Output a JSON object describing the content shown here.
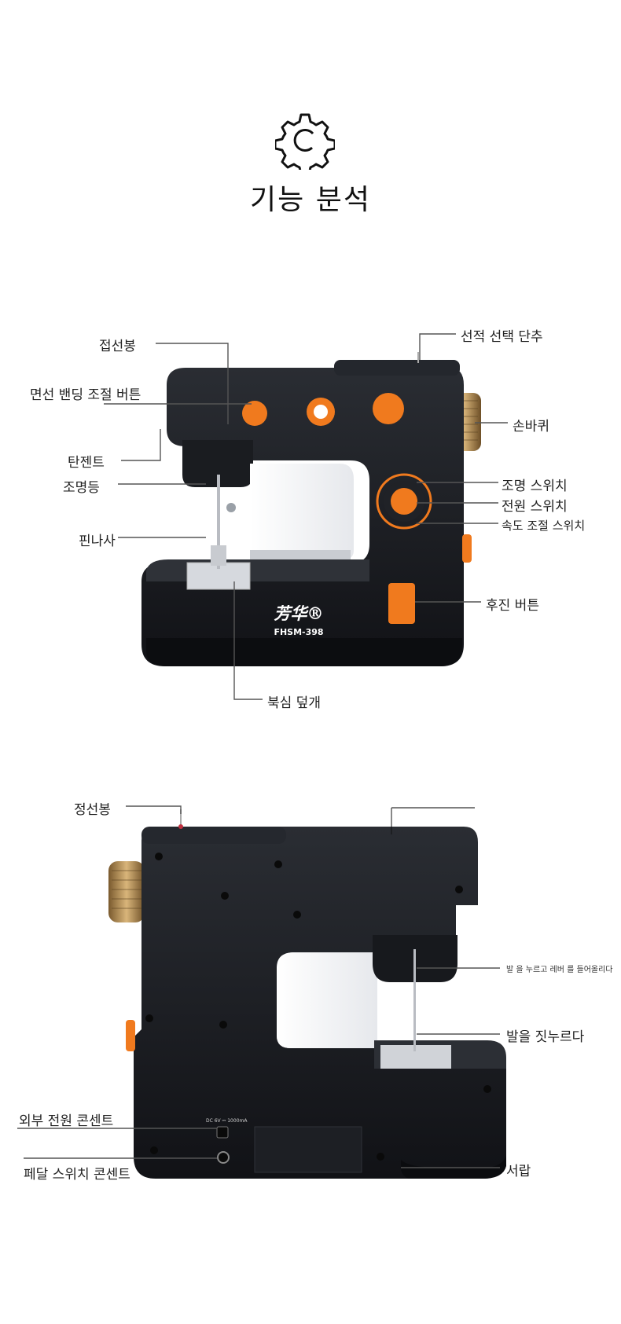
{
  "header": {
    "title": "기능 분석",
    "icon": "gear-icon"
  },
  "machine_front": {
    "brand": "芳华®",
    "model": "FHSM-398",
    "labels": {
      "thread_spool": "접선봉",
      "thread_tension": "면선 밴딩 조절 버튼",
      "tension": "탄젠트",
      "light": "조명등",
      "pin": "핀나사",
      "stitch_select": "선적 선택 단추",
      "handwheel": "손바퀴",
      "light_switch": "조명 스위치",
      "power_switch": "전원 스위치",
      "speed_switch": "속도 조절 스위치",
      "reverse": "후진 버튼",
      "bobbin_cover": "북심 덮개"
    }
  },
  "machine_back": {
    "labels": {
      "spool_pin": "정선봉",
      "presser_lever": "발 을 누르고 레버 를 들어올리다",
      "presser_foot": "발을 짓누르다",
      "external_power": "외부 전원 콘센트",
      "pedal_socket": "페달 스위치 콘센트",
      "drawer": "서랍"
    },
    "port_text": "DC 6V ⎓ 1000mA"
  },
  "colors": {
    "body": "#1b1d22",
    "accent": "#f07a1e",
    "gold": "#b8925a",
    "line": "#555555"
  }
}
